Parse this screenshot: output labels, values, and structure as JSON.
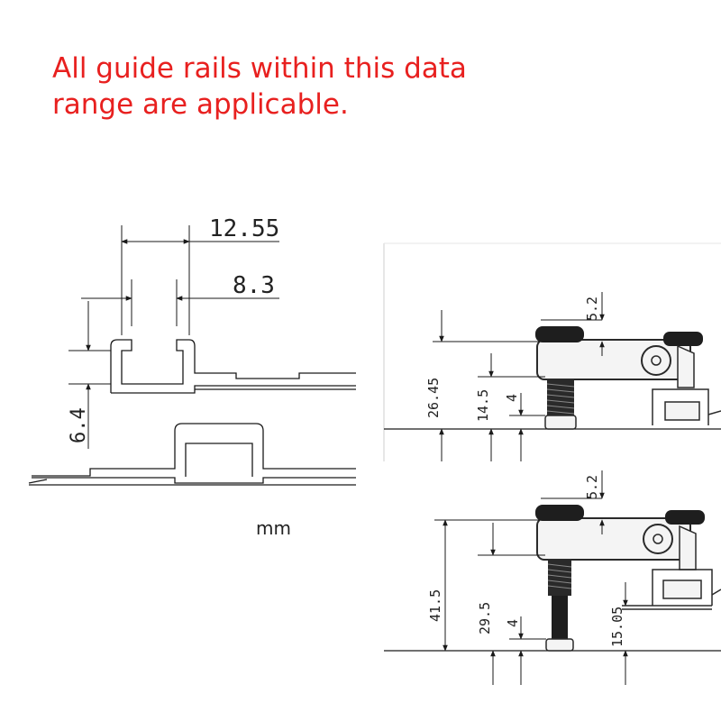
{
  "headline": {
    "line1": "All guide rails within this data",
    "line2": "range are applicable."
  },
  "unit_label": "mm",
  "colors": {
    "headline": "#e8201f",
    "line": "#1a1a1a",
    "part": "#2a2a2a"
  },
  "rail_profile": {
    "dim_outer_width": "12.55",
    "dim_inner_width": "8.3",
    "dim_height": "6.4"
  },
  "clamp_low": {
    "dim_total_height": "26.45",
    "dim_top": "5.2",
    "dim_mid": "14.5",
    "dim_small": "4"
  },
  "clamp_high": {
    "dim_total_height": "41.5",
    "dim_top": "5.2",
    "dim_mid": "29.5",
    "dim_small": "4",
    "dim_side": "15.05"
  }
}
